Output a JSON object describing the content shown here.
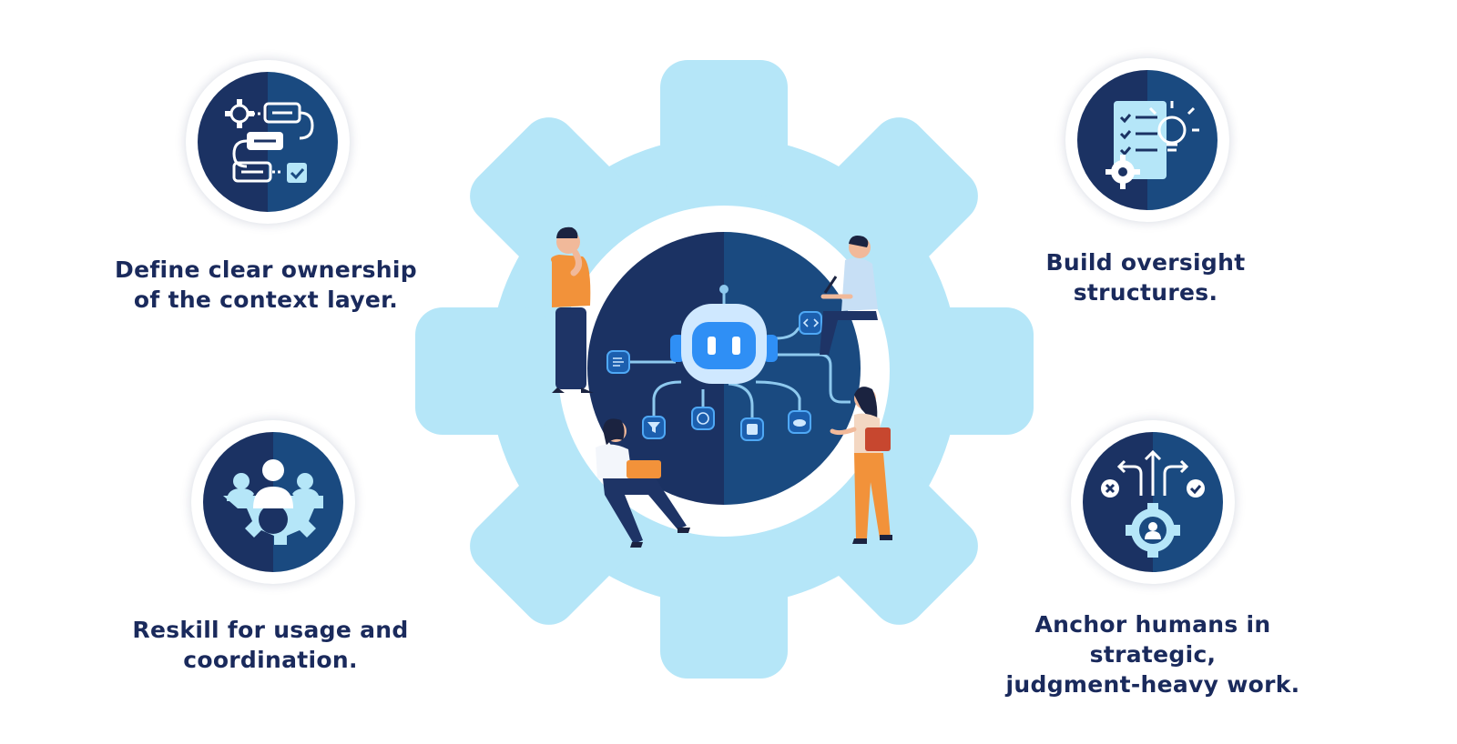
{
  "steps": [
    {
      "id": "ownership",
      "icon": "workflow-icon",
      "lines": [
        "Define clear ownership",
        "of the context layer."
      ]
    },
    {
      "id": "oversight",
      "icon": "checklist-idea-icon",
      "lines": [
        "Build oversight",
        "structures."
      ]
    },
    {
      "id": "reskill",
      "icon": "team-gear-icon",
      "lines": [
        "Reskill for usage and",
        "coordination."
      ]
    },
    {
      "id": "anchor",
      "icon": "decision-gear-icon",
      "lines": [
        "Anchor humans in strategic,",
        "judgment-heavy work."
      ]
    }
  ],
  "colors": {
    "navy": "#1b3263",
    "blue": "#1a4a80",
    "light_blue": "#b5e6f8",
    "accent": "#2f8ff5",
    "orange": "#f2923a",
    "text": "#1a2a5c"
  }
}
